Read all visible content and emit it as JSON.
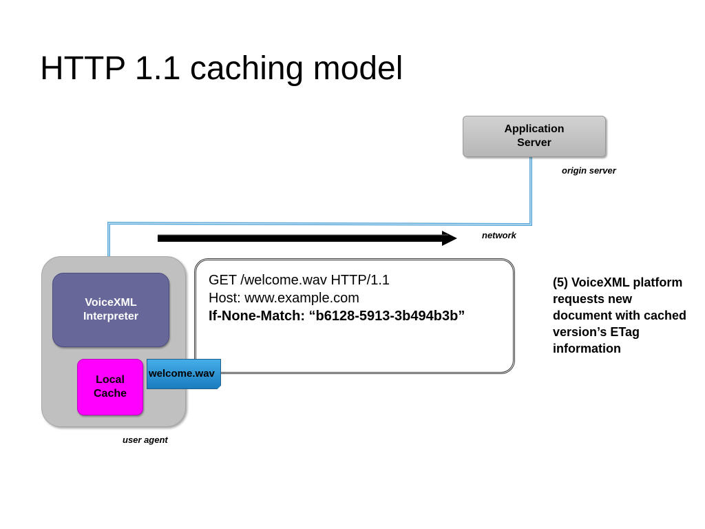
{
  "title": "HTTP 1.1 caching model",
  "app_server": {
    "label": "Application\nServer"
  },
  "labels": {
    "origin_server": "origin server",
    "network": "network",
    "user_agent": "user agent"
  },
  "user_agent": {
    "interpreter_label": "VoiceXML\nInterpreter",
    "cache_label": "Local\nCache"
  },
  "request": {
    "lines": [
      "GET /welcome.wav HTTP/1.1",
      "Host: www.example.com",
      "If-None-Match: “b6128-5913-3b494b3b”"
    ]
  },
  "file_tag": "welcome.wav",
  "step_note": "(5) VoiceXML platform requests new document with cached version’s ETag information",
  "colors": {
    "wire": "#5aa8d8",
    "interpreter": "#676799",
    "cache": "#ff00ff",
    "file_tag": "#2a92d6",
    "server": "#c4c4c4",
    "user_agent_box": "#c0c0c0"
  },
  "icons": {
    "flow_arrow": "right-arrow-icon"
  }
}
